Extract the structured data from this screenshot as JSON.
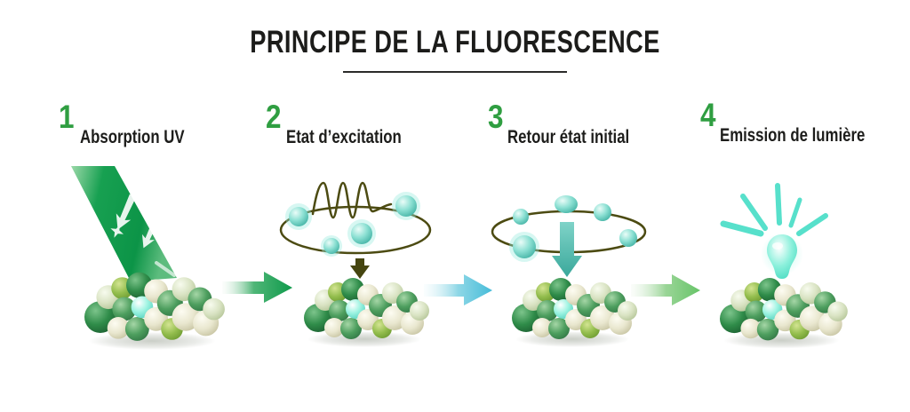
{
  "title": {
    "text": "PRINCIPE DE LA FLUORESCENCE"
  },
  "steps": [
    {
      "number": "1",
      "label": "Absorption UV",
      "icon": "uv-beam-icon"
    },
    {
      "number": "2",
      "label": "Etat d’excitation",
      "icon": "excited-electron-orbit-icon"
    },
    {
      "number": "3",
      "label": "Retour état initial",
      "icon": "electron-return-orbit-icon"
    },
    {
      "number": "4",
      "label": "Emission de lumière",
      "icon": "glowing-bulb-icon"
    }
  ],
  "colors": {
    "background": "#ffffff",
    "title_text": "#1c1c1a",
    "step_number_green": "#2f9e41",
    "label_text": "#1d1d1b",
    "uv_beam_green": "#0f9c4c",
    "orbit_stroke_olive": "#4c4b12",
    "electron_teal": "#6fd6c8",
    "flow_arrow_green": "#0f9a4b",
    "flow_arrow_cyan": "#46bcd9",
    "flow_arrow_light_green": "#67c468",
    "return_arrow_teal": "#49b6a8",
    "excitation_arrow_olive": "#454510",
    "bulb_turquoise": "#57e0cb",
    "molecule_center_cyan": "#8df2dd",
    "molecule_dark_green": "#2f8c49",
    "molecule_mid_green": "#4d9e5e",
    "molecule_yellow_green": "#93bd4d",
    "molecule_cream": "#e9e7cf",
    "molecule_pale_green": "#d9e3c3"
  }
}
